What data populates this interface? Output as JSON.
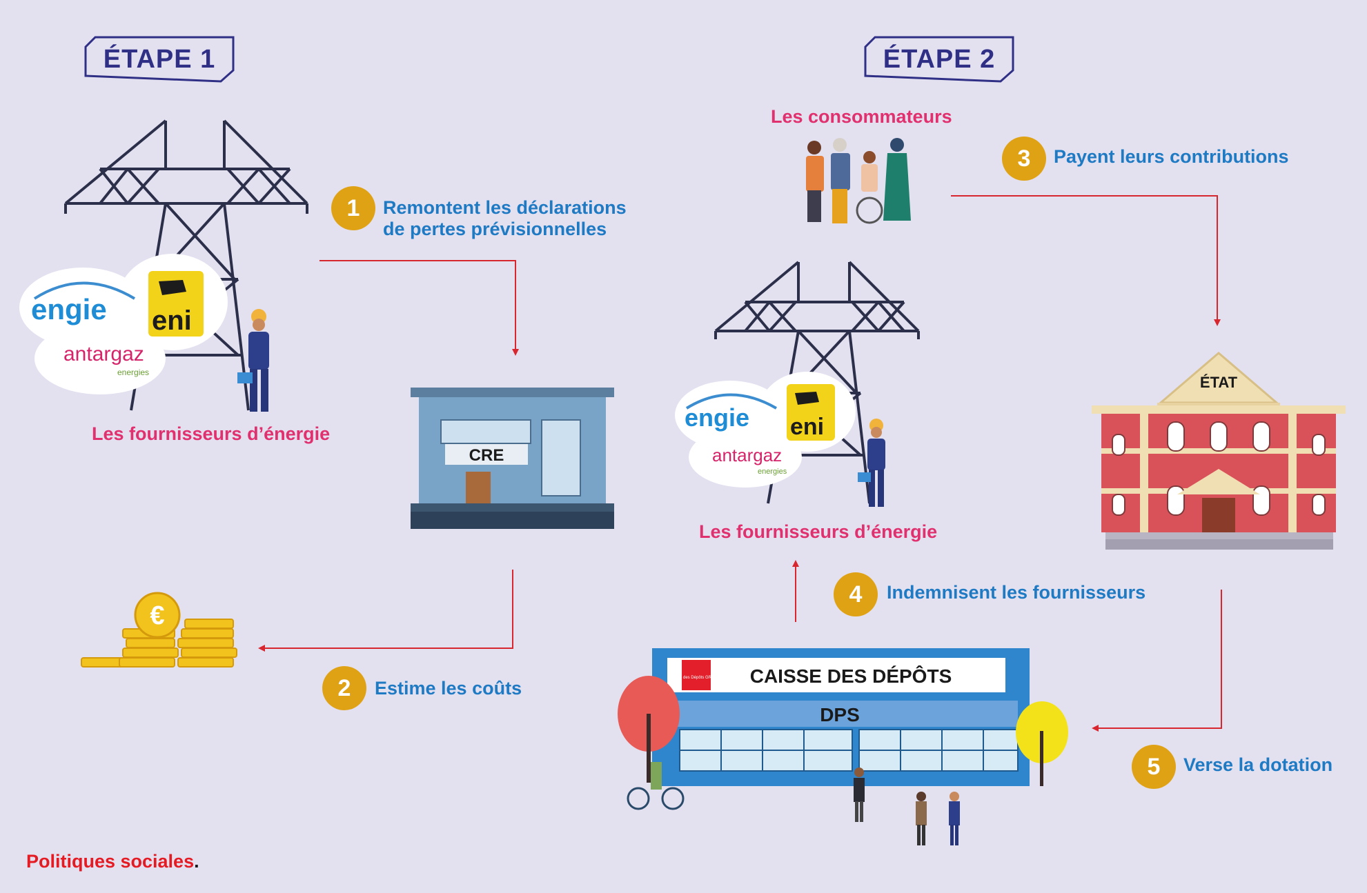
{
  "steps": {
    "etape1": "ÉTAPE 1",
    "etape2": "ÉTAPE 2"
  },
  "labels": {
    "fournisseurs_1": "Les fournisseurs d’énergie",
    "fournisseurs_2": "Les fournisseurs d’énergie",
    "consommateurs": "Les consommateurs",
    "cre": "CRE",
    "etat": "ÉTAT",
    "caisse": "CAISSE DES DÉPÔTS",
    "dps": "DPS",
    "cdc_logo": "Caisse des Dépôts GROUPE"
  },
  "actions": [
    {
      "n": "1",
      "line1": "Remontent les déclarations",
      "line2": "de pertes prévisionnelles"
    },
    {
      "n": "2",
      "text": "Estime les coûts"
    },
    {
      "n": "3",
      "text": "Payent leurs contributions"
    },
    {
      "n": "4",
      "text": "Indemnisent les fournisseurs"
    },
    {
      "n": "5",
      "text": "Verse la dotation"
    }
  ],
  "logos": {
    "engie": "engie",
    "eni": "eni",
    "antargaz": "antargaz",
    "antargaz_sub": "energies",
    "euro": "€"
  },
  "footer": {
    "brand": "Politiques sociales",
    "dot": "."
  },
  "colors": {
    "background": "#e3e0f0",
    "step_text": "#1f7ac4",
    "pink": "#e0306e",
    "badge": "#e0a215",
    "arrow": "#d8262e",
    "navy": "#2f2f86"
  }
}
